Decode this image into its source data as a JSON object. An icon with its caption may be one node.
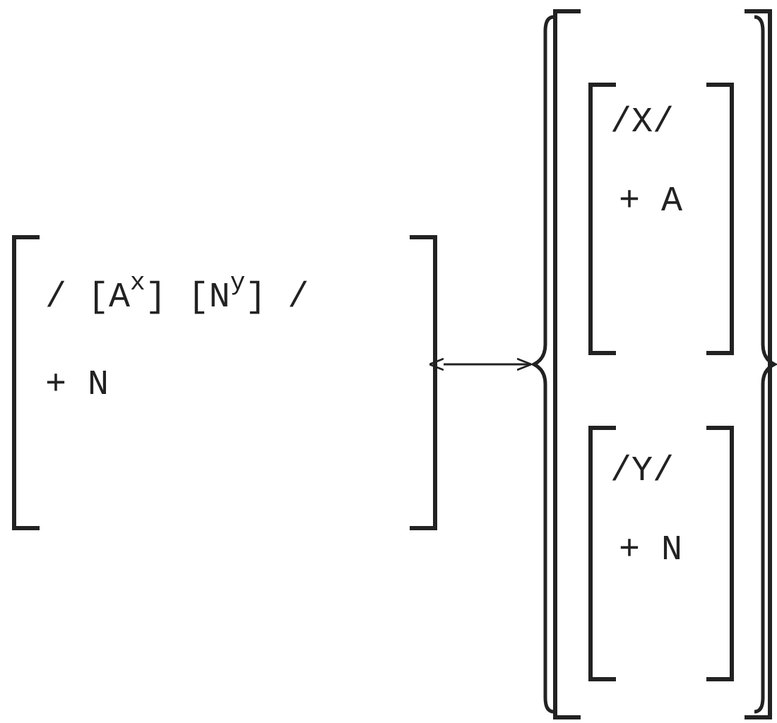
{
  "diagram": {
    "nodes": [
      {
        "text": [
          "/ [A$^{x}$] [N$^{y}$] /",
          "+ N"
        ]
      },
      {
        "text": [],
        "shape": "bracket"
      },
      {
        "text": [
          "/X/",
          "+ A"
        ],
        "in": 1
      },
      {
        "text": [
          "/Y/",
          "+ N"
        ],
        "in": 1
      }
    ],
    "edges": [
      {
        "from": 0,
        "to": 1,
        "arrow": "both"
      }
    ]
  }
}
